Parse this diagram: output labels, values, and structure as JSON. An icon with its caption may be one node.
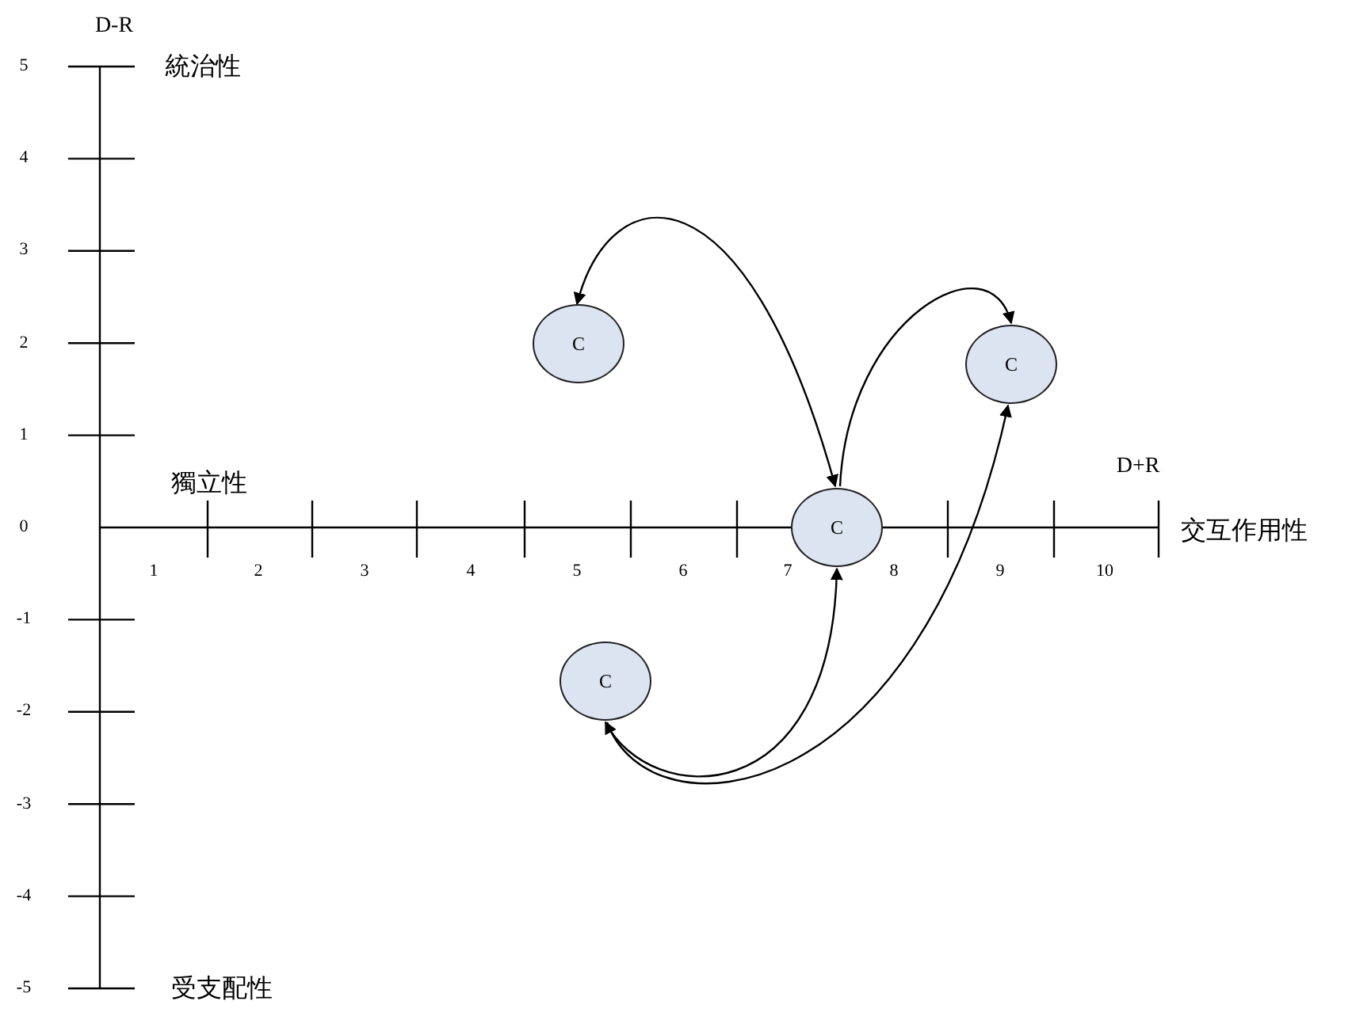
{
  "diagram": {
    "nodes": [
      {
        "text": [
          "C"
        ]
      },
      {
        "text": [
          "C"
        ]
      },
      {
        "text": [
          "C"
        ]
      },
      {
        "text": [
          "C"
        ]
      }
    ],
    "edges": [
      {
        "from": 0,
        "to": 2,
        "arrow": "both"
      },
      {
        "from": 2,
        "to": 1,
        "arrow": "to"
      },
      {
        "from": 3,
        "to": 2,
        "arrow": "both"
      },
      {
        "from": 3,
        "to": 1,
        "arrow": "to"
      }
    ],
    "labels": [
      "D-R",
      "5",
      "統治性",
      "4",
      "3",
      "2",
      "1",
      "獨立性",
      "D+R",
      "0",
      "交互作用性",
      "1",
      "2",
      "3",
      "4",
      "5",
      "6",
      "7",
      "8",
      "9",
      "10",
      "-1",
      "-2",
      "-3",
      "-4",
      "-5",
      "受支配性"
    ]
  }
}
